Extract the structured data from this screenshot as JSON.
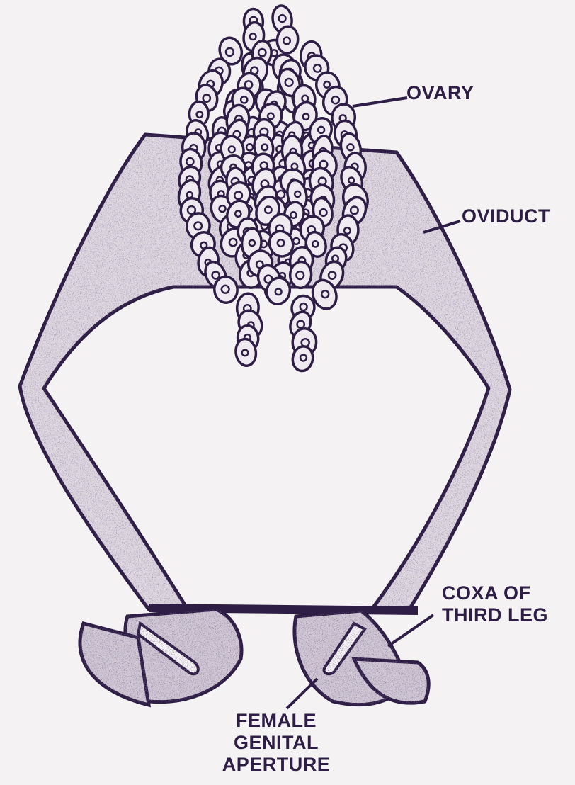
{
  "colors": {
    "ink": "#2e1d45",
    "paper": "#f4f2f3",
    "stipple": "#3b2a55"
  },
  "labels": {
    "ovary": "OVARY",
    "oviduct": "OVIDUCT",
    "coxa_line1": "COXA OF",
    "coxa_line2": "THIRD LEG",
    "genital_line1": "FEMALE",
    "genital_line2": "GENITAL",
    "genital_line3": "APERTURE"
  }
}
